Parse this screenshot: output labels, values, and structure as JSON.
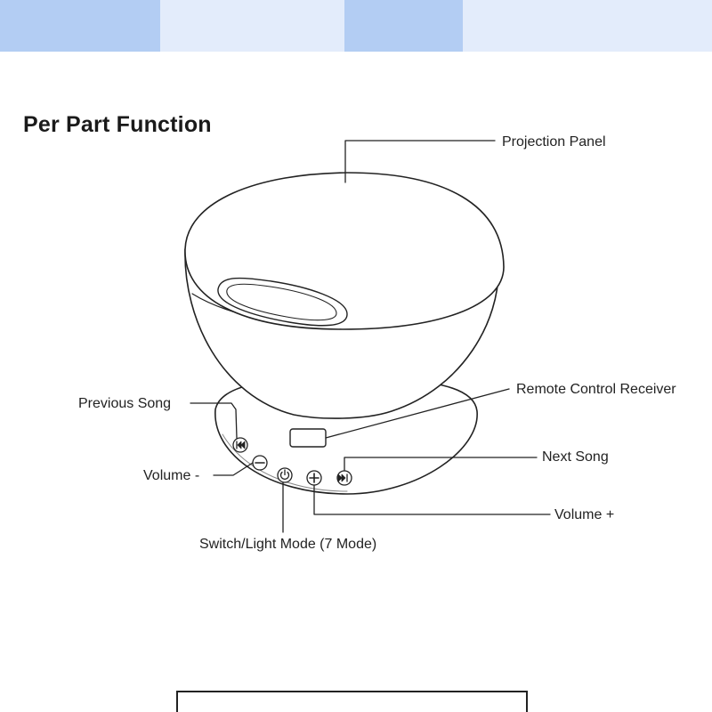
{
  "header": {
    "title": "Per Part Function"
  },
  "colors": {
    "band": [
      "#b3cdf3",
      "#e3ecfb",
      "#b3cdf3",
      "#e3ecfb"
    ],
    "ink": "#222222",
    "background": "#ffffff"
  },
  "labels": {
    "projection_panel": "Projection Panel",
    "remote_control_receiver": "Remote Control Receiver",
    "previous_song": "Previous Song",
    "next_song": "Next Song",
    "volume_minus": "Volume -",
    "volume_plus": "Volume +",
    "switch_light_mode": "Switch/Light Mode (7 Mode)"
  },
  "buttons": {
    "previous_song_icon": "previous-track-icon",
    "volume_minus_icon": "minus-icon",
    "power_icon": "power-icon",
    "volume_plus_icon": "plus-icon",
    "next_song_icon": "next-track-icon"
  }
}
